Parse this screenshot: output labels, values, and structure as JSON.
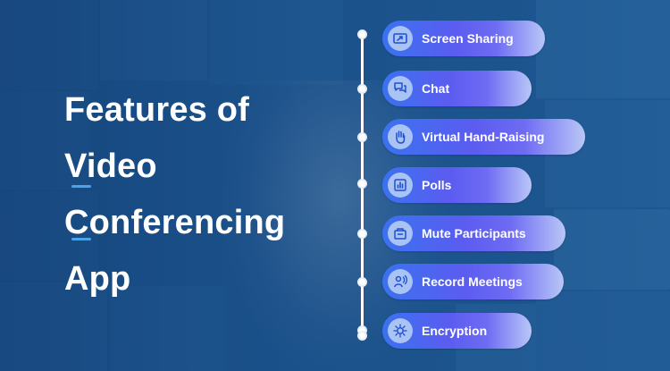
{
  "headline": {
    "lines": [
      "Features of",
      "Video",
      "Conferencing",
      "App"
    ]
  },
  "features": [
    {
      "label": "Screen Sharing",
      "icon": "screen-share-icon"
    },
    {
      "label": "Chat",
      "icon": "chat-icon"
    },
    {
      "label": "Virtual Hand-Raising",
      "icon": "hand-icon"
    },
    {
      "label": "Polls",
      "icon": "poll-chart-icon"
    },
    {
      "label": "Mute Participants",
      "icon": "mute-participants-icon"
    },
    {
      "label": "Record Meetings",
      "icon": "record-speaker-icon"
    },
    {
      "label": "Encryption",
      "icon": "encryption-icon"
    }
  ],
  "colors": {
    "background": "#1d4f86",
    "pill_start": "#3a72f0",
    "pill_end": "#b9c7f7",
    "accent_dash": "#4da3e8",
    "icon_circle": "#a8c3f4",
    "text": "#ffffff"
  }
}
